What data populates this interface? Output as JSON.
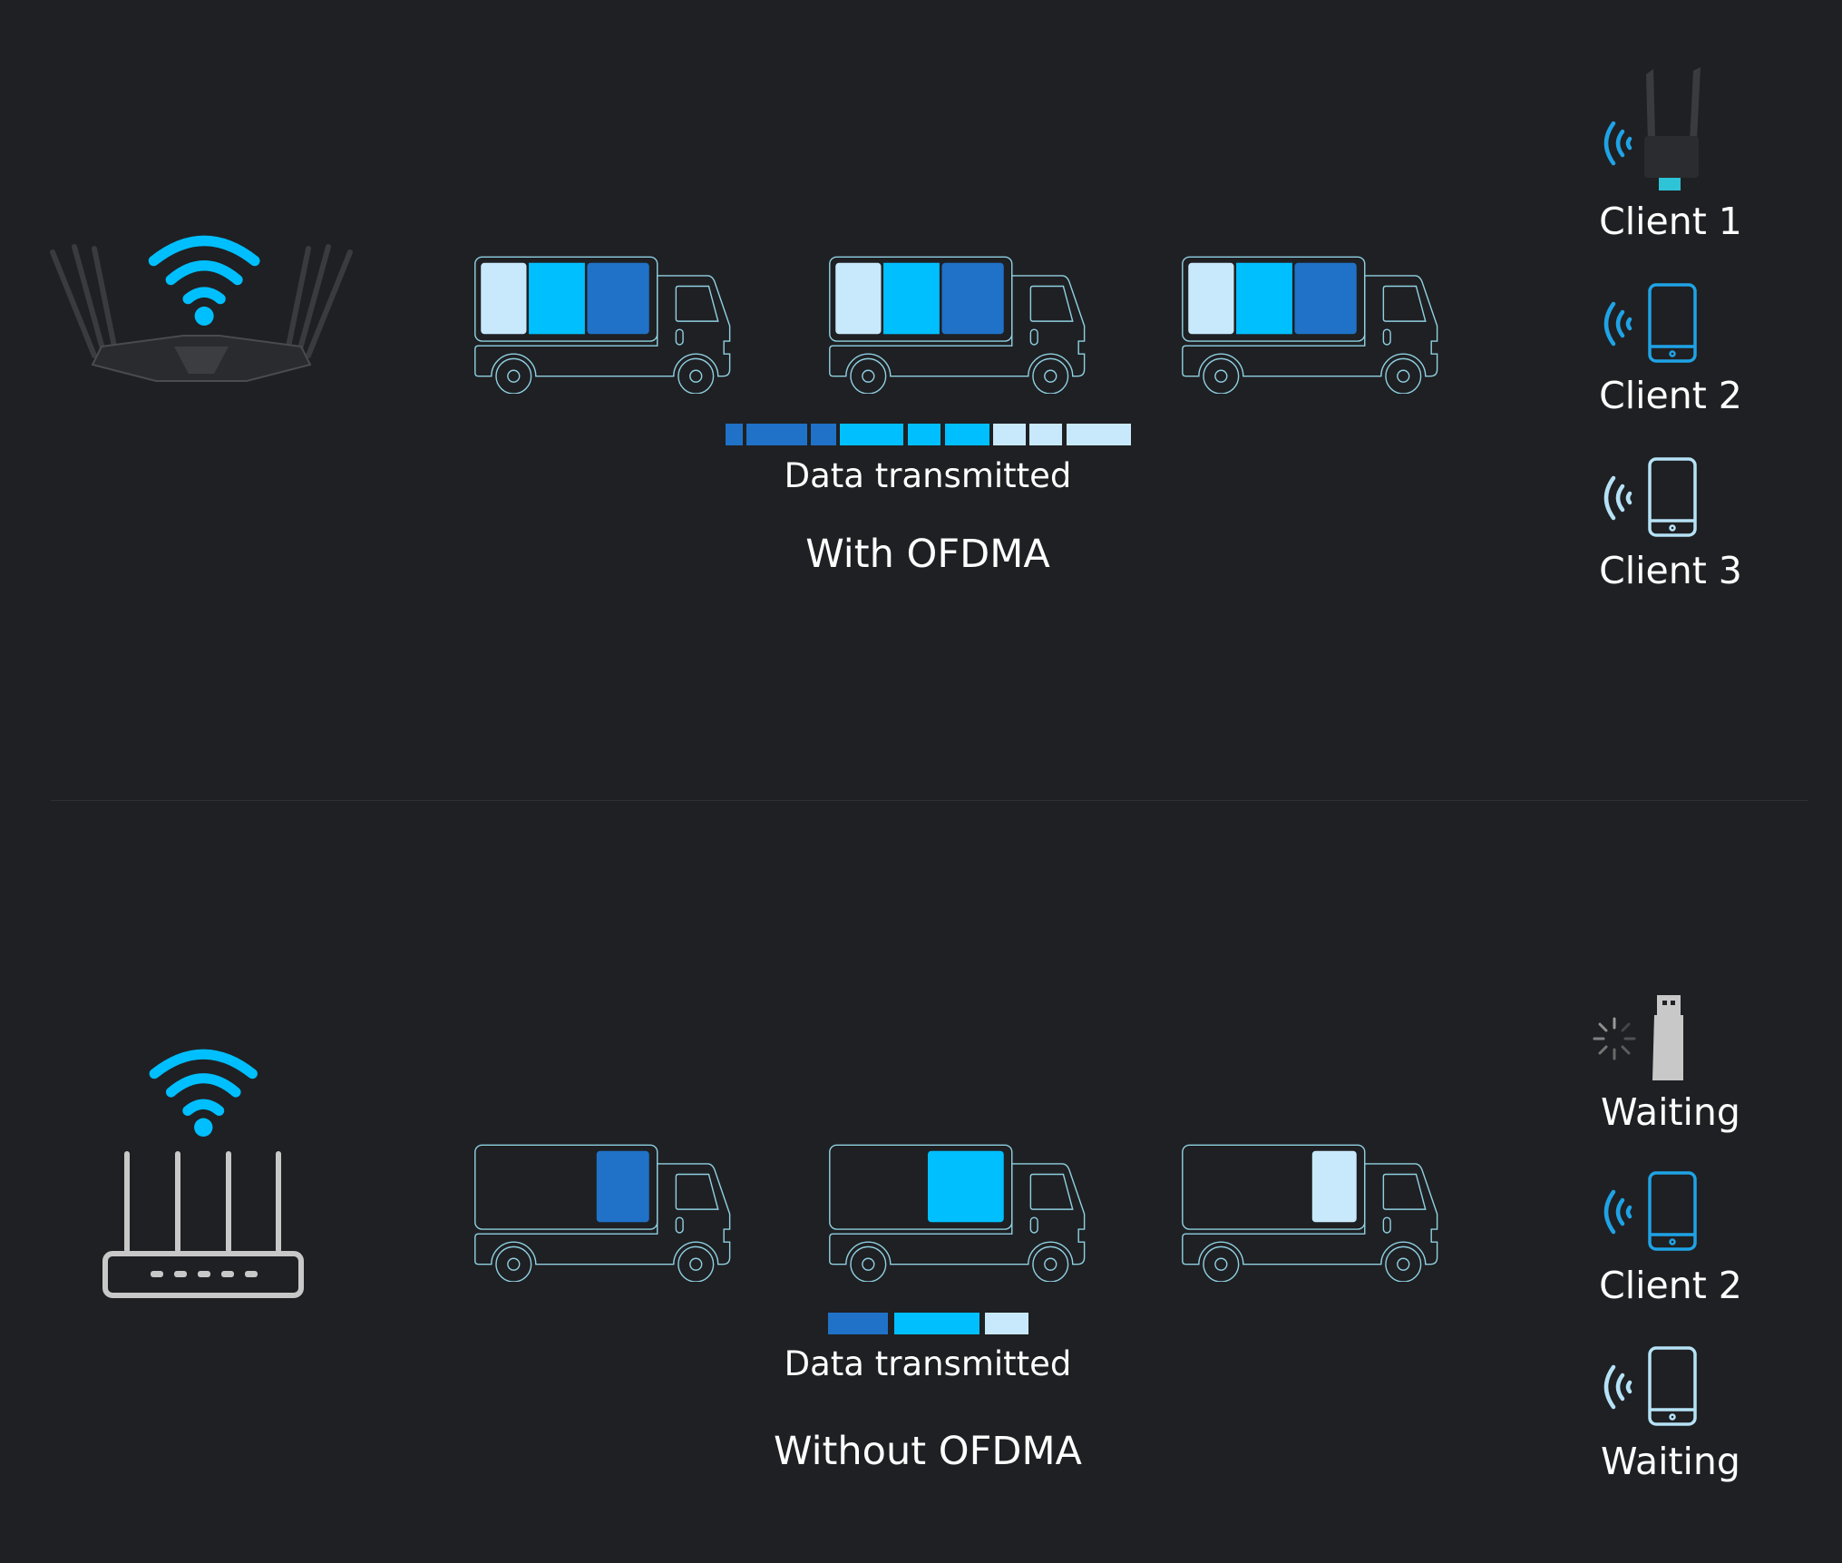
{
  "colors": {
    "background": "#1f2023",
    "light": "#c8e9fb",
    "cyan": "#00bfff",
    "blue": "#1f72c7",
    "outline": "#8fd0e2"
  },
  "with_ofdma": {
    "title": "With OFDMA",
    "caption": "Data transmitted",
    "clients": [
      {
        "label": "Client 1",
        "icon": "usb-wifi-adapter-icon"
      },
      {
        "label": "Client 2",
        "icon": "phone-icon"
      },
      {
        "label": "Client 3",
        "icon": "phone-icon"
      }
    ]
  },
  "without_ofdma": {
    "title": "Without OFDMA",
    "caption": "Data transmitted",
    "clients": [
      {
        "label": "Waiting",
        "icon": "usb-adapter-loading-icon"
      },
      {
        "label": "Client 2",
        "icon": "phone-icon"
      },
      {
        "label": "Waiting",
        "icon": "phone-icon"
      }
    ]
  }
}
